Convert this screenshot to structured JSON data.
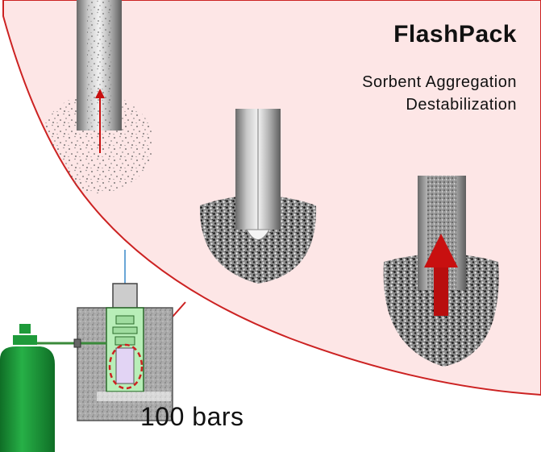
{
  "diagram": {
    "title": "FlashPack",
    "subtitle_line1": "Sorbent Aggregation",
    "subtitle_line2": "Destabilization",
    "pressure_label": "100 bars"
  },
  "colors": {
    "zoom_background": "#fde6e6",
    "zoom_outline": "#cc2222",
    "arrow_red": "#c81010",
    "gas_cylinder": "#1e9a3a",
    "chamber_green": "#b8eeb8",
    "vial_lavender": "#e2d4f4",
    "concrete_gray": "#a8a8a8"
  },
  "icons": [
    "gas-cylinder-icon",
    "pressure-chamber-icon",
    "packing-column-icon",
    "flow-arrow-icon"
  ]
}
